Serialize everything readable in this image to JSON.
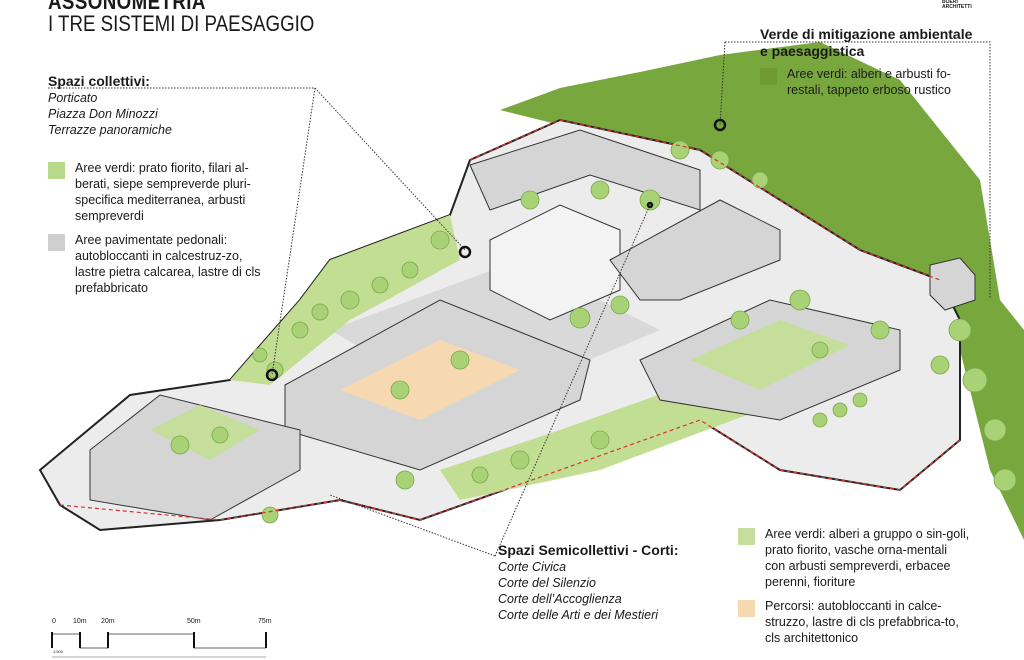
{
  "title": {
    "line1": "ASSONOMETRIA",
    "line2": "I TRE SISTEMI DI PAESAGGIO"
  },
  "logo": {
    "line1": "BOERI",
    "line2": "ARCHITETTI"
  },
  "legend_collettivi": {
    "heading": "Spazi collettivi:",
    "places": [
      "Porticato",
      "Piazza Don Minozzi",
      "Terrazze panoramiche"
    ],
    "items": [
      {
        "text": "Aree verdi: prato fiorito, filari al-berati, siepe sempreverde pluri-specifica mediterranea, arbusti sempreverdi",
        "color": "#b9d98a"
      },
      {
        "text": "Aree pavimentate pedonali: autobloccanti in calcestruz-zo, lastre pietra calcarea, lastre di cls prefabbricato",
        "color": "#cfcfcf"
      }
    ]
  },
  "legend_mitigazione": {
    "heading": "Verde di mitigazione ambientale e paesaggistica",
    "items": [
      {
        "text": "Aree verdi: alberi e arbusti fo-restali, tappeto erboso rustico",
        "color": "#6f9a34"
      }
    ]
  },
  "legend_semicollettivi": {
    "heading": "Spazi Semicollettivi - Corti:",
    "places": [
      "Corte Civica",
      "Corte del Silenzio",
      "Corte dell’Accoglienza",
      "Corte delle Arti e dei Mestieri"
    ],
    "items": [
      {
        "text": "Aree verdi: alberi a gruppo o sin-goli, prato fiorito, vasche orna-mentali con arbusti sempreverdi, erbacee perenni, fioriture",
        "color": "#c5de9c"
      },
      {
        "text": "Percorsi: autobloccanti in calce-struzzo, lastre di cls prefabbrica-to, cls architettonico",
        "color": "#f6d9b0"
      }
    ]
  },
  "scale_bar": {
    "ticks": [
      "0",
      "10m",
      "20m",
      "50m",
      "75m"
    ],
    "ratio": "1:500"
  }
}
